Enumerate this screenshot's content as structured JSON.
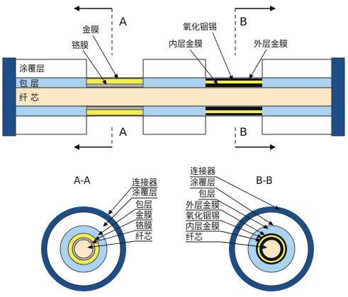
{
  "colors": {
    "connector": "#1e4e87",
    "coating": "#ffffff",
    "cladding": "#a9d3f0",
    "core": "#fce7c4",
    "gold": "#f3ec55",
    "chromium": "#b8b8b8",
    "oxide": "#111111",
    "outline": "#222222"
  },
  "longitudinal": {
    "layer_labels": {
      "coating": "涂覆层",
      "cladding": "包 层",
      "core": "纤 芯"
    },
    "callouts": {
      "gold_film": "金膜",
      "chromium_film": "铬膜",
      "tin_indium_oxide": "氧化铟锡",
      "inner_gold_film": "内层金膜",
      "outer_gold_film": "外层金膜"
    },
    "section_marks": {
      "a": "A",
      "b": "B"
    }
  },
  "cross_sections": {
    "a": {
      "title": "A-A",
      "labels": [
        "连接器",
        "涂覆层",
        "包层",
        "金膜",
        "铬膜",
        "纤芯"
      ]
    },
    "b": {
      "title": "B-B",
      "labels": [
        "连接器",
        "涂覆层",
        "包层",
        "外层金膜",
        "氧化铟锡",
        "内层金膜",
        "纤芯"
      ]
    }
  }
}
